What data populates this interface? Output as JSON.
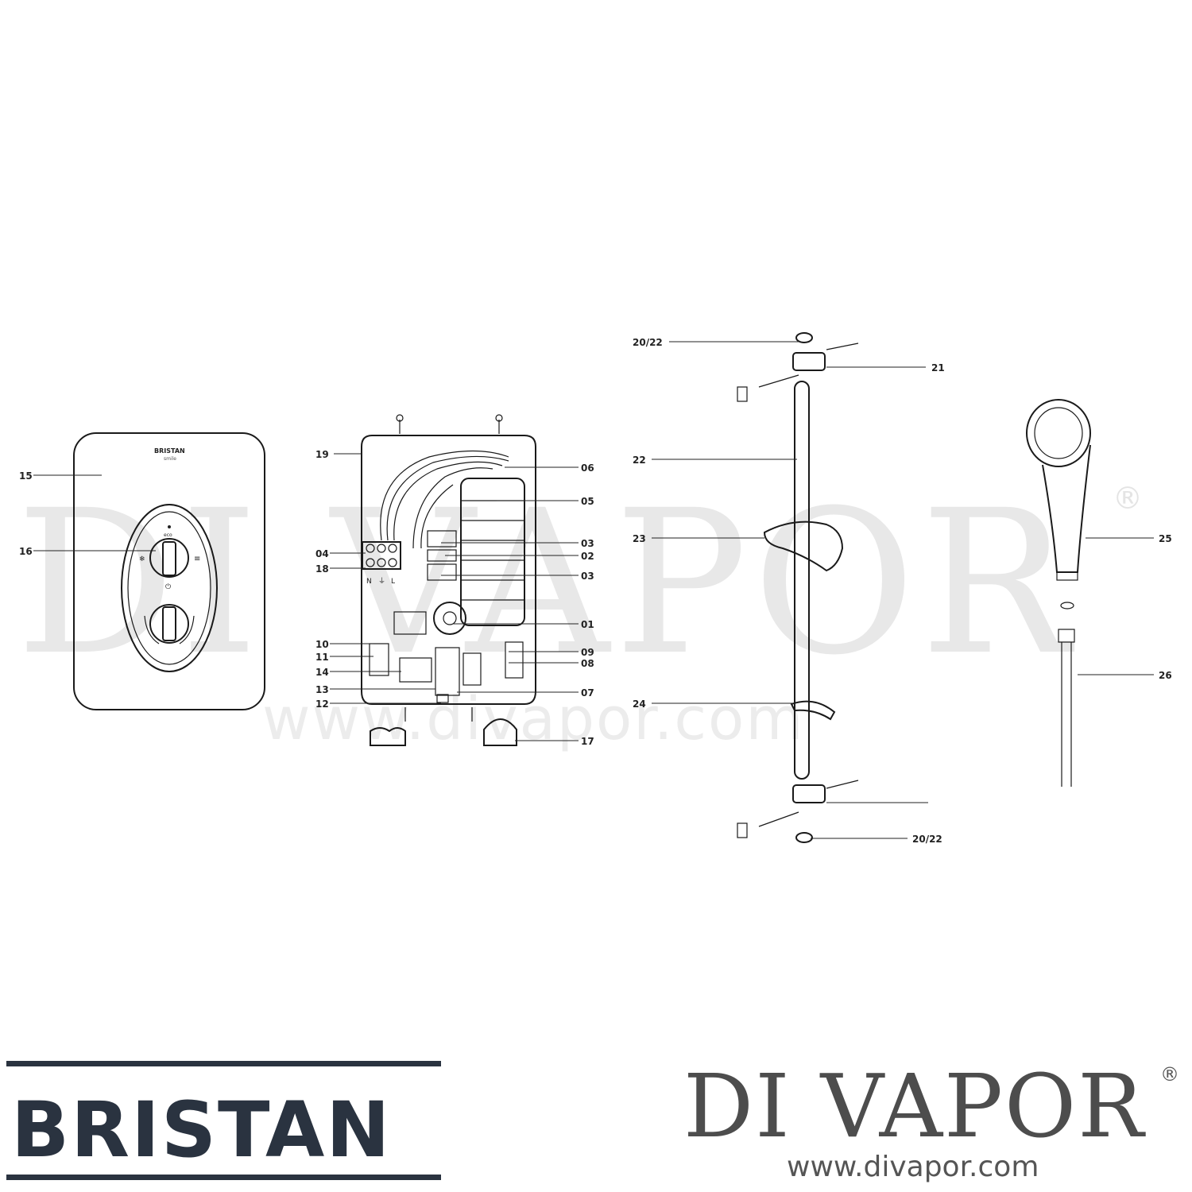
{
  "watermark": {
    "big": "DI VAPOR",
    "registered": "®",
    "url": "www.divapor.com"
  },
  "panel_labels": {
    "brand": "BRISTAN",
    "model": "smile",
    "terminal_n": "N",
    "terminal_l": "L"
  },
  "callouts": [
    {
      "id": "15",
      "label": "15"
    },
    {
      "id": "16",
      "label": "16"
    },
    {
      "id": "19",
      "label": "19"
    },
    {
      "id": "04",
      "label": "04"
    },
    {
      "id": "18",
      "label": "18"
    },
    {
      "id": "10",
      "label": "10"
    },
    {
      "id": "11",
      "label": "11"
    },
    {
      "id": "14",
      "label": "14"
    },
    {
      "id": "13",
      "label": "13"
    },
    {
      "id": "12",
      "label": "12"
    },
    {
      "id": "06",
      "label": "06"
    },
    {
      "id": "05",
      "label": "05"
    },
    {
      "id": "03a",
      "label": "03"
    },
    {
      "id": "02",
      "label": "02"
    },
    {
      "id": "03b",
      "label": "03"
    },
    {
      "id": "01",
      "label": "01"
    },
    {
      "id": "09",
      "label": "09"
    },
    {
      "id": "08",
      "label": "08"
    },
    {
      "id": "07",
      "label": "07"
    },
    {
      "id": "17",
      "label": "17"
    },
    {
      "id": "20_22a",
      "label": "20/22"
    },
    {
      "id": "21",
      "label": "21"
    },
    {
      "id": "22",
      "label": "22"
    },
    {
      "id": "23",
      "label": "23"
    },
    {
      "id": "24",
      "label": "24"
    },
    {
      "id": "20_22b",
      "label": "20/22"
    },
    {
      "id": "25",
      "label": "25"
    },
    {
      "id": "26",
      "label": "26"
    }
  ],
  "footer": {
    "bristan_logo": "BRISTAN",
    "divapor_logo": "DI VAPOR",
    "divapor_registered": "®",
    "divapor_url": "www.divapor.com"
  }
}
